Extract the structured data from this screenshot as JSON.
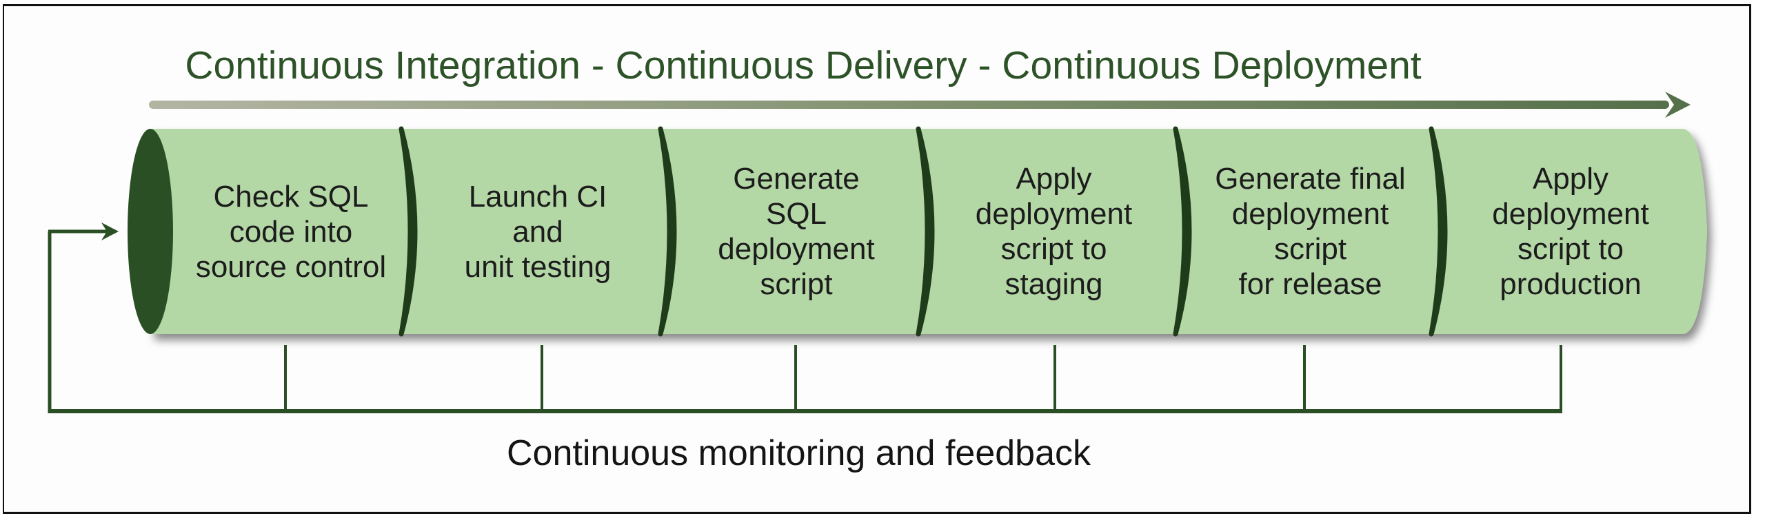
{
  "title": "Continuous Integration - Continuous Delivery - Continuous Deployment",
  "stages": [
    {
      "id": "check-in",
      "label": "Check SQL\ncode into\nsource control"
    },
    {
      "id": "launch-ci",
      "label": "Launch CI\nand\nunit testing"
    },
    {
      "id": "generate-script",
      "label": "Generate\nSQL\ndeployment\nscript"
    },
    {
      "id": "apply-staging",
      "label": "Apply\ndeployment\nscript to\nstaging"
    },
    {
      "id": "generate-final",
      "label": "Generate final\ndeployment\nscript\nfor release"
    },
    {
      "id": "apply-production",
      "label": "Apply\ndeployment\nscript to\nproduction"
    }
  ],
  "footer": "Continuous monitoring and feedback",
  "colors": {
    "dark_green": "#2a4f24",
    "cylinder_fill": "#b4d7a6",
    "title_green": "#2d5228",
    "arrow_start": "#b3b5a3",
    "arrow_end": "#55704a"
  }
}
